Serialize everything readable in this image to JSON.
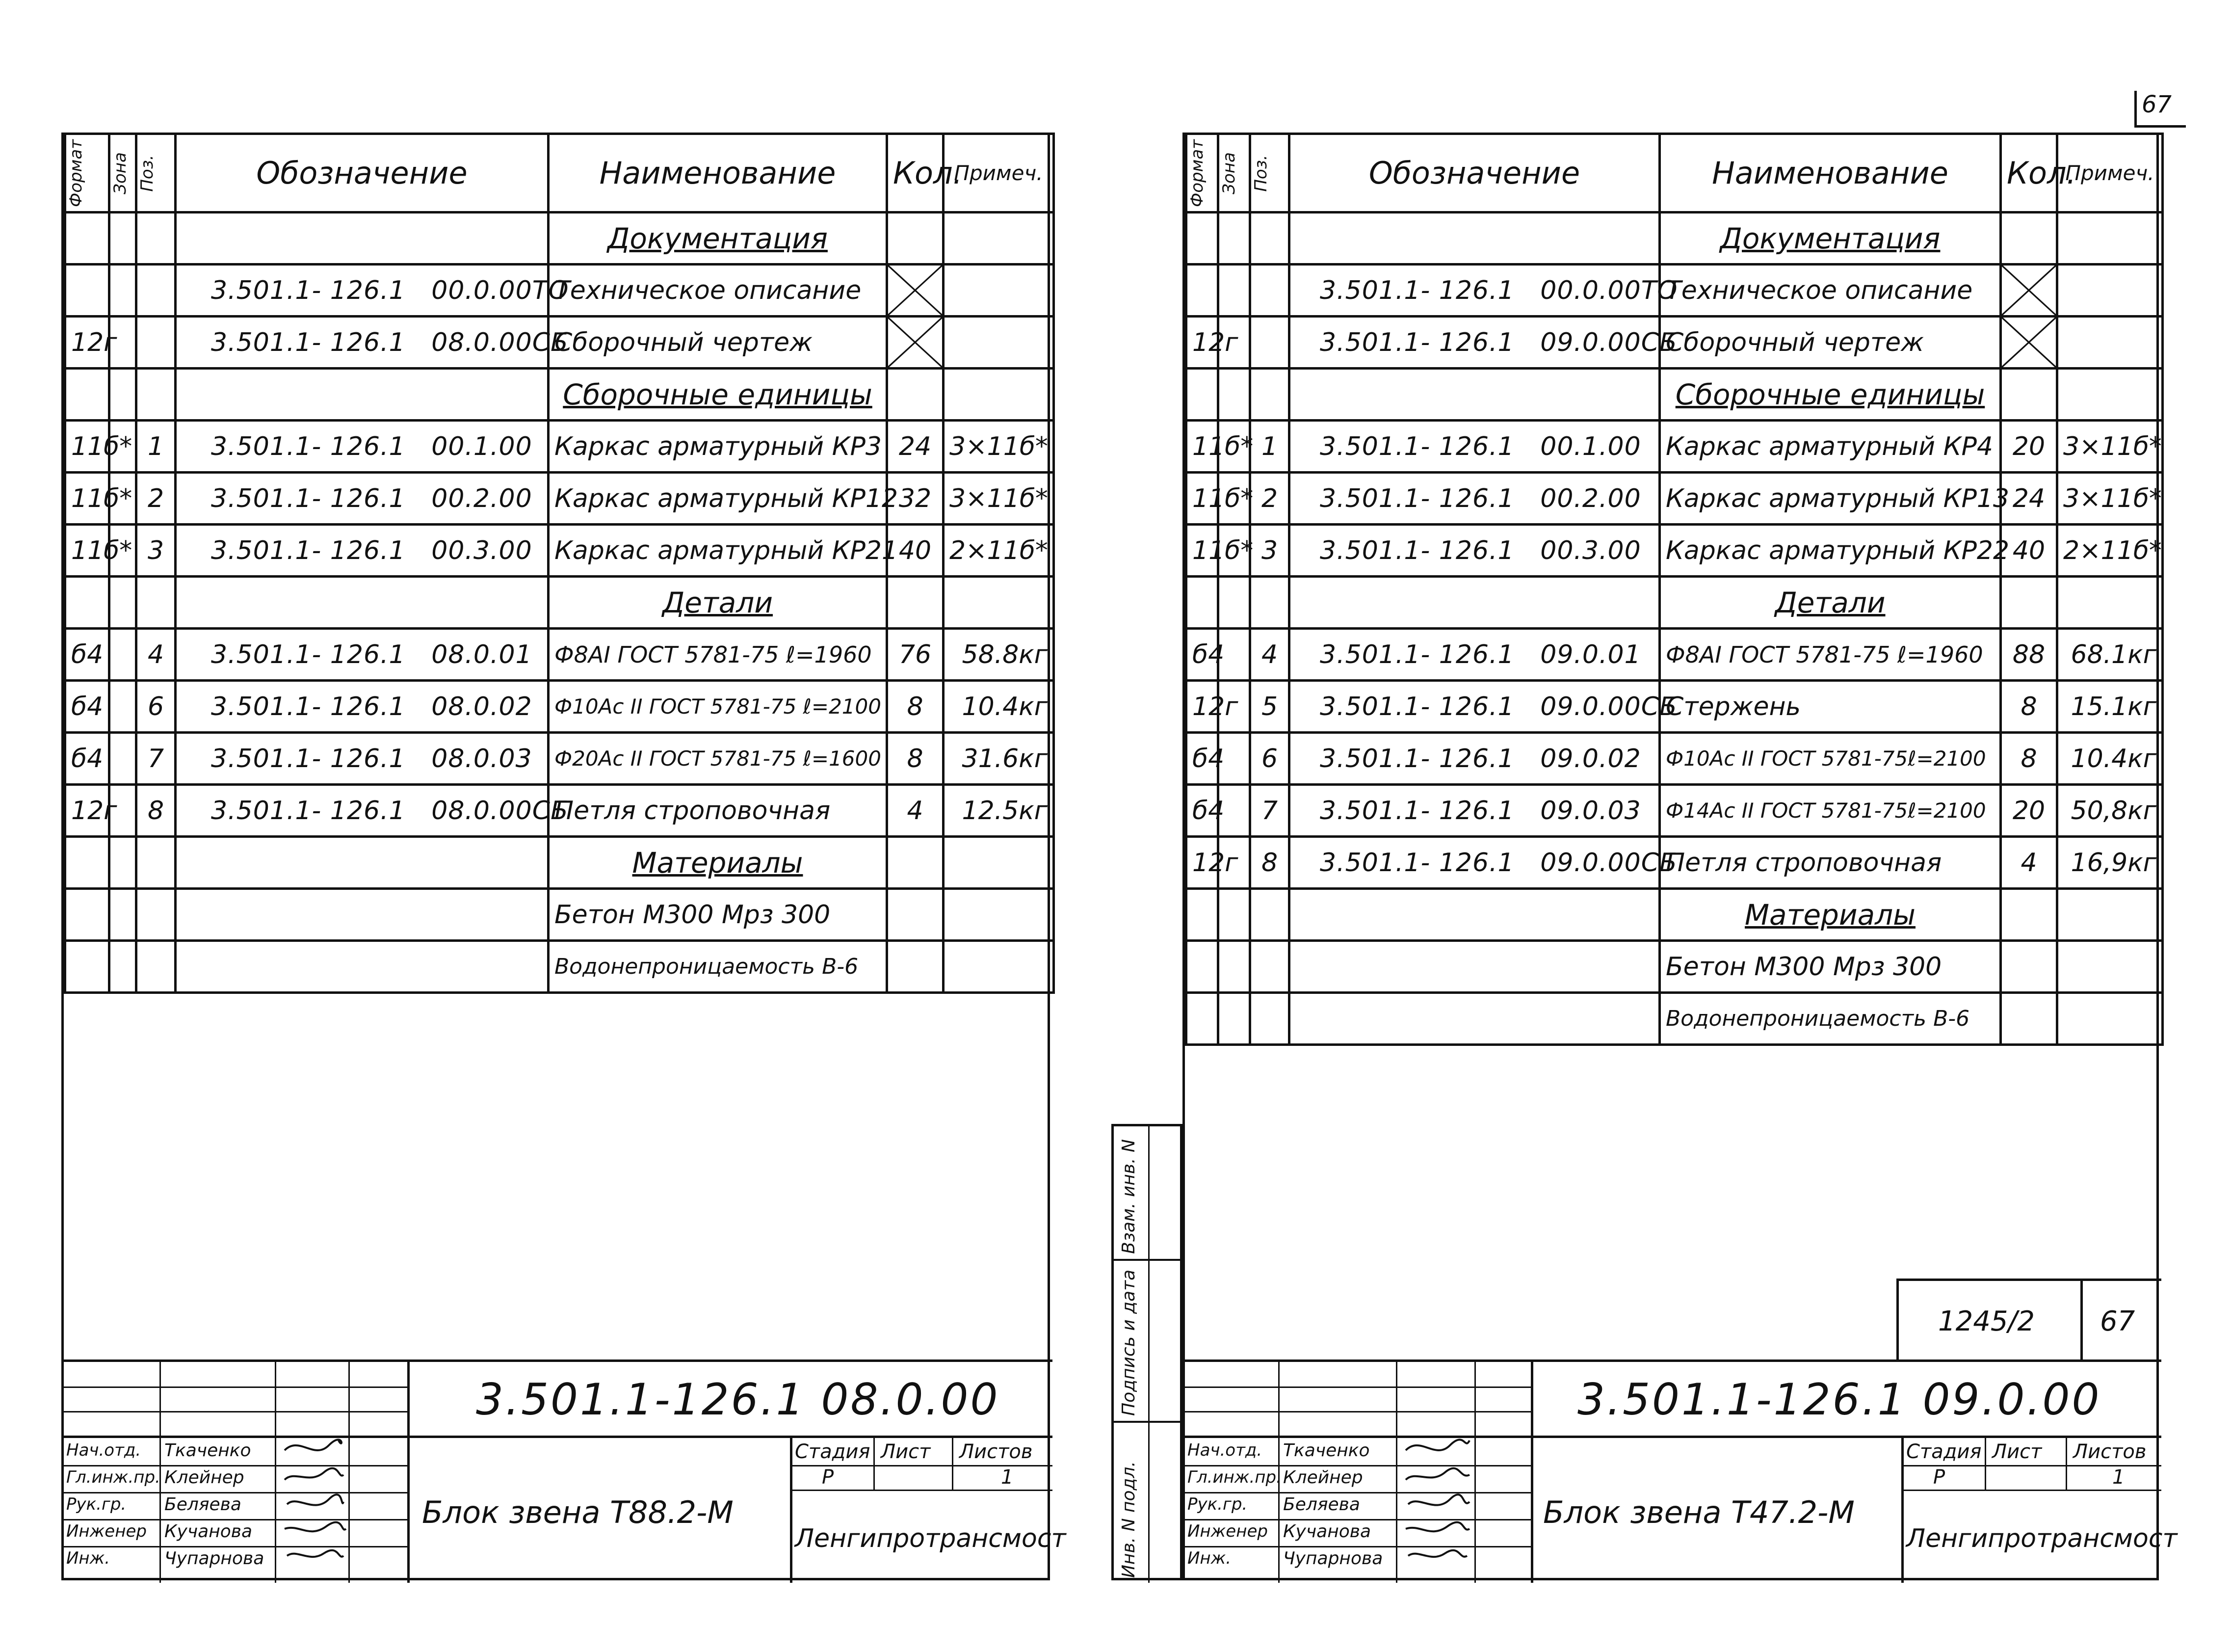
{
  "page_number": "67",
  "header": {
    "format": "Формат",
    "zone": "Зона",
    "pos": "Поз.",
    "designation": "Обозначение",
    "name": "Наименование",
    "qty": "Кол.",
    "note": "Примеч."
  },
  "left": {
    "sections": {
      "docs": "Документация",
      "units": "Сборочные единицы",
      "parts": "Детали",
      "materials": "Материалы"
    },
    "rows": [
      {
        "fmt": "",
        "pos": "",
        "code": "3.501.1- 126.1",
        "sub": "00.0.00ТО",
        "name": "Техническое описание",
        "qty": "",
        "note": ""
      },
      {
        "fmt": "12г",
        "pos": "",
        "code": "3.501.1- 126.1",
        "sub": "08.0.00СБ",
        "name": "Сборочный чертеж",
        "qty": "",
        "note": ""
      },
      {
        "fmt": "11б*",
        "pos": "1",
        "code": "3.501.1- 126.1",
        "sub": "00.1.00",
        "name": "Каркас арматурный КР3",
        "qty": "24",
        "note": "3×11б*"
      },
      {
        "fmt": "11б*",
        "pos": "2",
        "code": "3.501.1- 126.1",
        "sub": "00.2.00",
        "name": "Каркас арматурный КР12",
        "qty": "32",
        "note": "3×11б*"
      },
      {
        "fmt": "11б*",
        "pos": "3",
        "code": "3.501.1- 126.1",
        "sub": "00.3.00",
        "name": "Каркас арматурный КР21",
        "qty": "40",
        "note": "2×11б*"
      },
      {
        "fmt": "б4",
        "pos": "4",
        "code": "3.501.1- 126.1",
        "sub": "08.0.01",
        "name": "Ф8АI ГОСТ 5781-75 ℓ=1960",
        "qty": "76",
        "note": "58.8кг"
      },
      {
        "fmt": "б4",
        "pos": "6",
        "code": "3.501.1- 126.1",
        "sub": "08.0.02",
        "name": "Ф10Ас II ГОСТ 5781-75 ℓ=2100",
        "qty": "8",
        "note": "10.4кг"
      },
      {
        "fmt": "б4",
        "pos": "7",
        "code": "3.501.1- 126.1",
        "sub": "08.0.03",
        "name": "Ф20Ас II ГОСТ 5781-75 ℓ=1600",
        "qty": "8",
        "note": "31.6кг"
      },
      {
        "fmt": "12г",
        "pos": "8",
        "code": "3.501.1- 126.1",
        "sub": "08.0.00СБ",
        "name": "Петля строповочная",
        "qty": "4",
        "note": "12.5кг"
      }
    ],
    "mat1": "Бетон М300 Мрз 300",
    "mat2": "Водонепроницаемость В-6",
    "doc_code": "3.501.1-126.1 08.0.00",
    "title": "Блок звена Т88.2-М"
  },
  "right": {
    "sections": {
      "docs": "Документация",
      "units": "Сборочные единицы",
      "parts": "Детали",
      "materials": "Материалы"
    },
    "rows": [
      {
        "fmt": "",
        "pos": "",
        "code": "3.501.1- 126.1",
        "sub": "00.0.00ТО",
        "name": "Техническое описание",
        "qty": "",
        "note": ""
      },
      {
        "fmt": "12г",
        "pos": "",
        "code": "3.501.1- 126.1",
        "sub": "09.0.00СБ",
        "name": "Сборочный чертеж",
        "qty": "",
        "note": ""
      },
      {
        "fmt": "11б*",
        "pos": "1",
        "code": "3.501.1- 126.1",
        "sub": "00.1.00",
        "name": "Каркас арматурный КР4",
        "qty": "20",
        "note": "3×11б*"
      },
      {
        "fmt": "11б*",
        "pos": "2",
        "code": "3.501.1- 126.1",
        "sub": "00.2.00",
        "name": "Каркас арматурный КР13",
        "qty": "24",
        "note": "3×11б*"
      },
      {
        "fmt": "11б*",
        "pos": "3",
        "code": "3.501.1- 126.1",
        "sub": "00.3.00",
        "name": "Каркас арматурный КР22",
        "qty": "40",
        "note": "2×11б*"
      },
      {
        "fmt": "б4",
        "pos": "4",
        "code": "3.501.1- 126.1",
        "sub": "09.0.01",
        "name": "Ф8АI ГОСТ 5781-75 ℓ=1960",
        "qty": "88",
        "note": "68.1кг"
      },
      {
        "fmt": "12г",
        "pos": "5",
        "code": "3.501.1- 126.1",
        "sub": "09.0.00СБ",
        "name": "Стержень",
        "qty": "8",
        "note": "15.1кг"
      },
      {
        "fmt": "б4",
        "pos": "6",
        "code": "3.501.1- 126.1",
        "sub": "09.0.02",
        "name": "Ф10Ас II ГОСТ 5781-75ℓ=2100",
        "qty": "8",
        "note": "10.4кг"
      },
      {
        "fmt": "б4",
        "pos": "7",
        "code": "3.501.1- 126.1",
        "sub": "09.0.03",
        "name": "Ф14Ас II ГОСТ 5781-75ℓ=2100",
        "qty": "20",
        "note": "50,8кг"
      },
      {
        "fmt": "12г",
        "pos": "8",
        "code": "3.501.1- 126.1",
        "sub": "09.0.00СБ",
        "name": "Петля строповочная",
        "qty": "4",
        "note": "16,9кг"
      }
    ],
    "mat1": "Бетон М300 Мрз 300",
    "mat2": "Водонепроницаемость В-6",
    "doc_code": "3.501.1-126.1 09.0.00",
    "title": "Блок звена Т47.2-М",
    "archive_no": "1245/2",
    "archive_page": "67"
  },
  "title_block": {
    "roles": [
      "Нач.отд.",
      "Гл.инж.пр.",
      "Рук.гр.",
      "Инженер",
      "Инж."
    ],
    "names": [
      "Ткаченко",
      "Клейнер",
      "Беляева",
      "Кучанова",
      "Чупарнова"
    ],
    "stage_label": "Стадия",
    "sheet_label": "Лист",
    "sheets_label": "Листов",
    "stage": "Р",
    "sheets": "1",
    "org": "Ленгипротрансмост"
  },
  "side_stamp": {
    "inv": "Инв. N подл.",
    "sign": "Подпись и дата",
    "replace": "Взам. инв. N"
  }
}
